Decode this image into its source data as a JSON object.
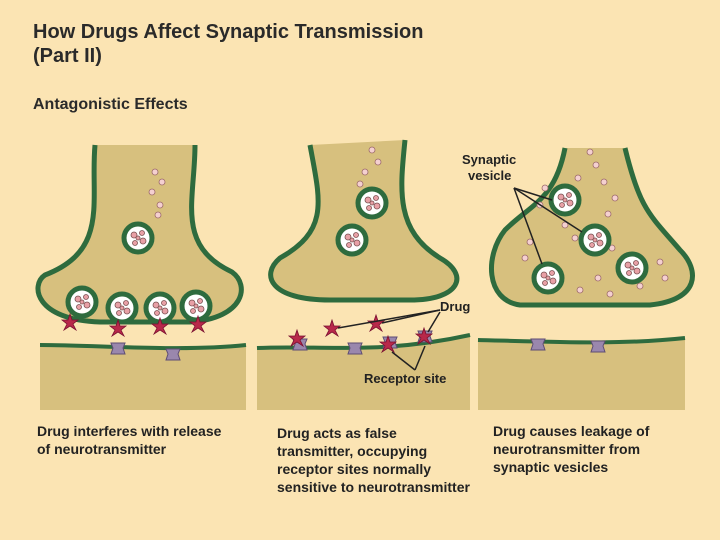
{
  "title_line1": "How Drugs Affect Synaptic Transmission",
  "title_line2": "(Part II)",
  "subtitle": "Antagonistic Effects",
  "labels": {
    "synaptic_vesicle_line1": "Synaptic",
    "synaptic_vesicle_line2": "vesicle",
    "drug": "Drug",
    "receptor_site": "Receptor site"
  },
  "panels": [
    {
      "caption_lines": [
        "Drug interferes with release",
        "of neurotransmitter"
      ]
    },
    {
      "caption_lines": [
        "Drug acts as false",
        "transmitter, occupying",
        "receptor sites normally",
        "sensitive to neurotransmitter"
      ]
    },
    {
      "caption_lines": [
        "Drug causes leakage of",
        "neurotransmitter from",
        "synaptic vesicles"
      ]
    }
  ],
  "colors": {
    "background": "#fbe4b3",
    "terminal_fill": "#d7c07e",
    "membrane": "#2e6b3e",
    "drug": "#b8284a",
    "receptor": "#9a87ad",
    "vesicle_fill": "#ffffff",
    "granule": "#e8a0a6"
  }
}
